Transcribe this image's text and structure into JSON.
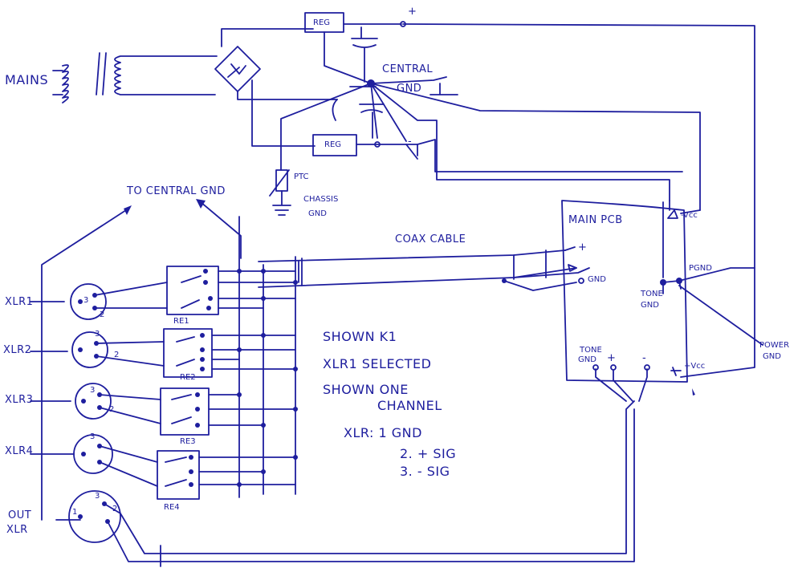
{
  "labels": {
    "plus_top": "+",
    "reg_top": "REG",
    "mains": "MAINS",
    "central_gnd_1": "CENTRAL",
    "central_gnd_2": "GND",
    "reg_mid": "REG",
    "minus_mid": "-",
    "ptc": "PTC",
    "chassis_gnd_1": "CHASSIS",
    "chassis_gnd_2": "GND",
    "to_central_gnd": "TO CENTRAL GND",
    "coax_cable": "COAX CABLE",
    "main_pcb": "MAIN PCB",
    "neg_vcc": "-Vcc",
    "pcb_plus": "+",
    "pcb_gnd": "GND",
    "pgnd": "PGND",
    "tone_gnd_1": "TONE",
    "tone_gnd_2": "GND",
    "power_gnd_1": "POWER",
    "power_gnd_2": "GND",
    "tone_gnd_b1": "TONE",
    "tone_gnd_b2": "GND",
    "tone_plus": "+",
    "tone_minus": "-",
    "pos_vcc": "+Vcc",
    "xlr1": "XLR1",
    "xlr2": "XLR2",
    "xlr3": "XLR3",
    "xlr4": "XLR4",
    "out_xlr_1": "OUT",
    "out_xlr_2": "XLR",
    "re1": "RE1",
    "re2": "RE2",
    "re3": "RE3",
    "re4": "RE4",
    "pin1": "1",
    "pin2": "2",
    "pin3": "3"
  },
  "notes": {
    "line1": "SHOWN K1",
    "line2": "XLR1 SELECTED",
    "line3": "SHOWN ONE",
    "line4": "CHANNEL",
    "pinout_title": "XLR: 1 GND",
    "pinout_2": "2. + SIG",
    "pinout_3": "3. - SIG"
  },
  "colors": {
    "ink": "#1e1e9e",
    "paper": "#ffffff"
  }
}
